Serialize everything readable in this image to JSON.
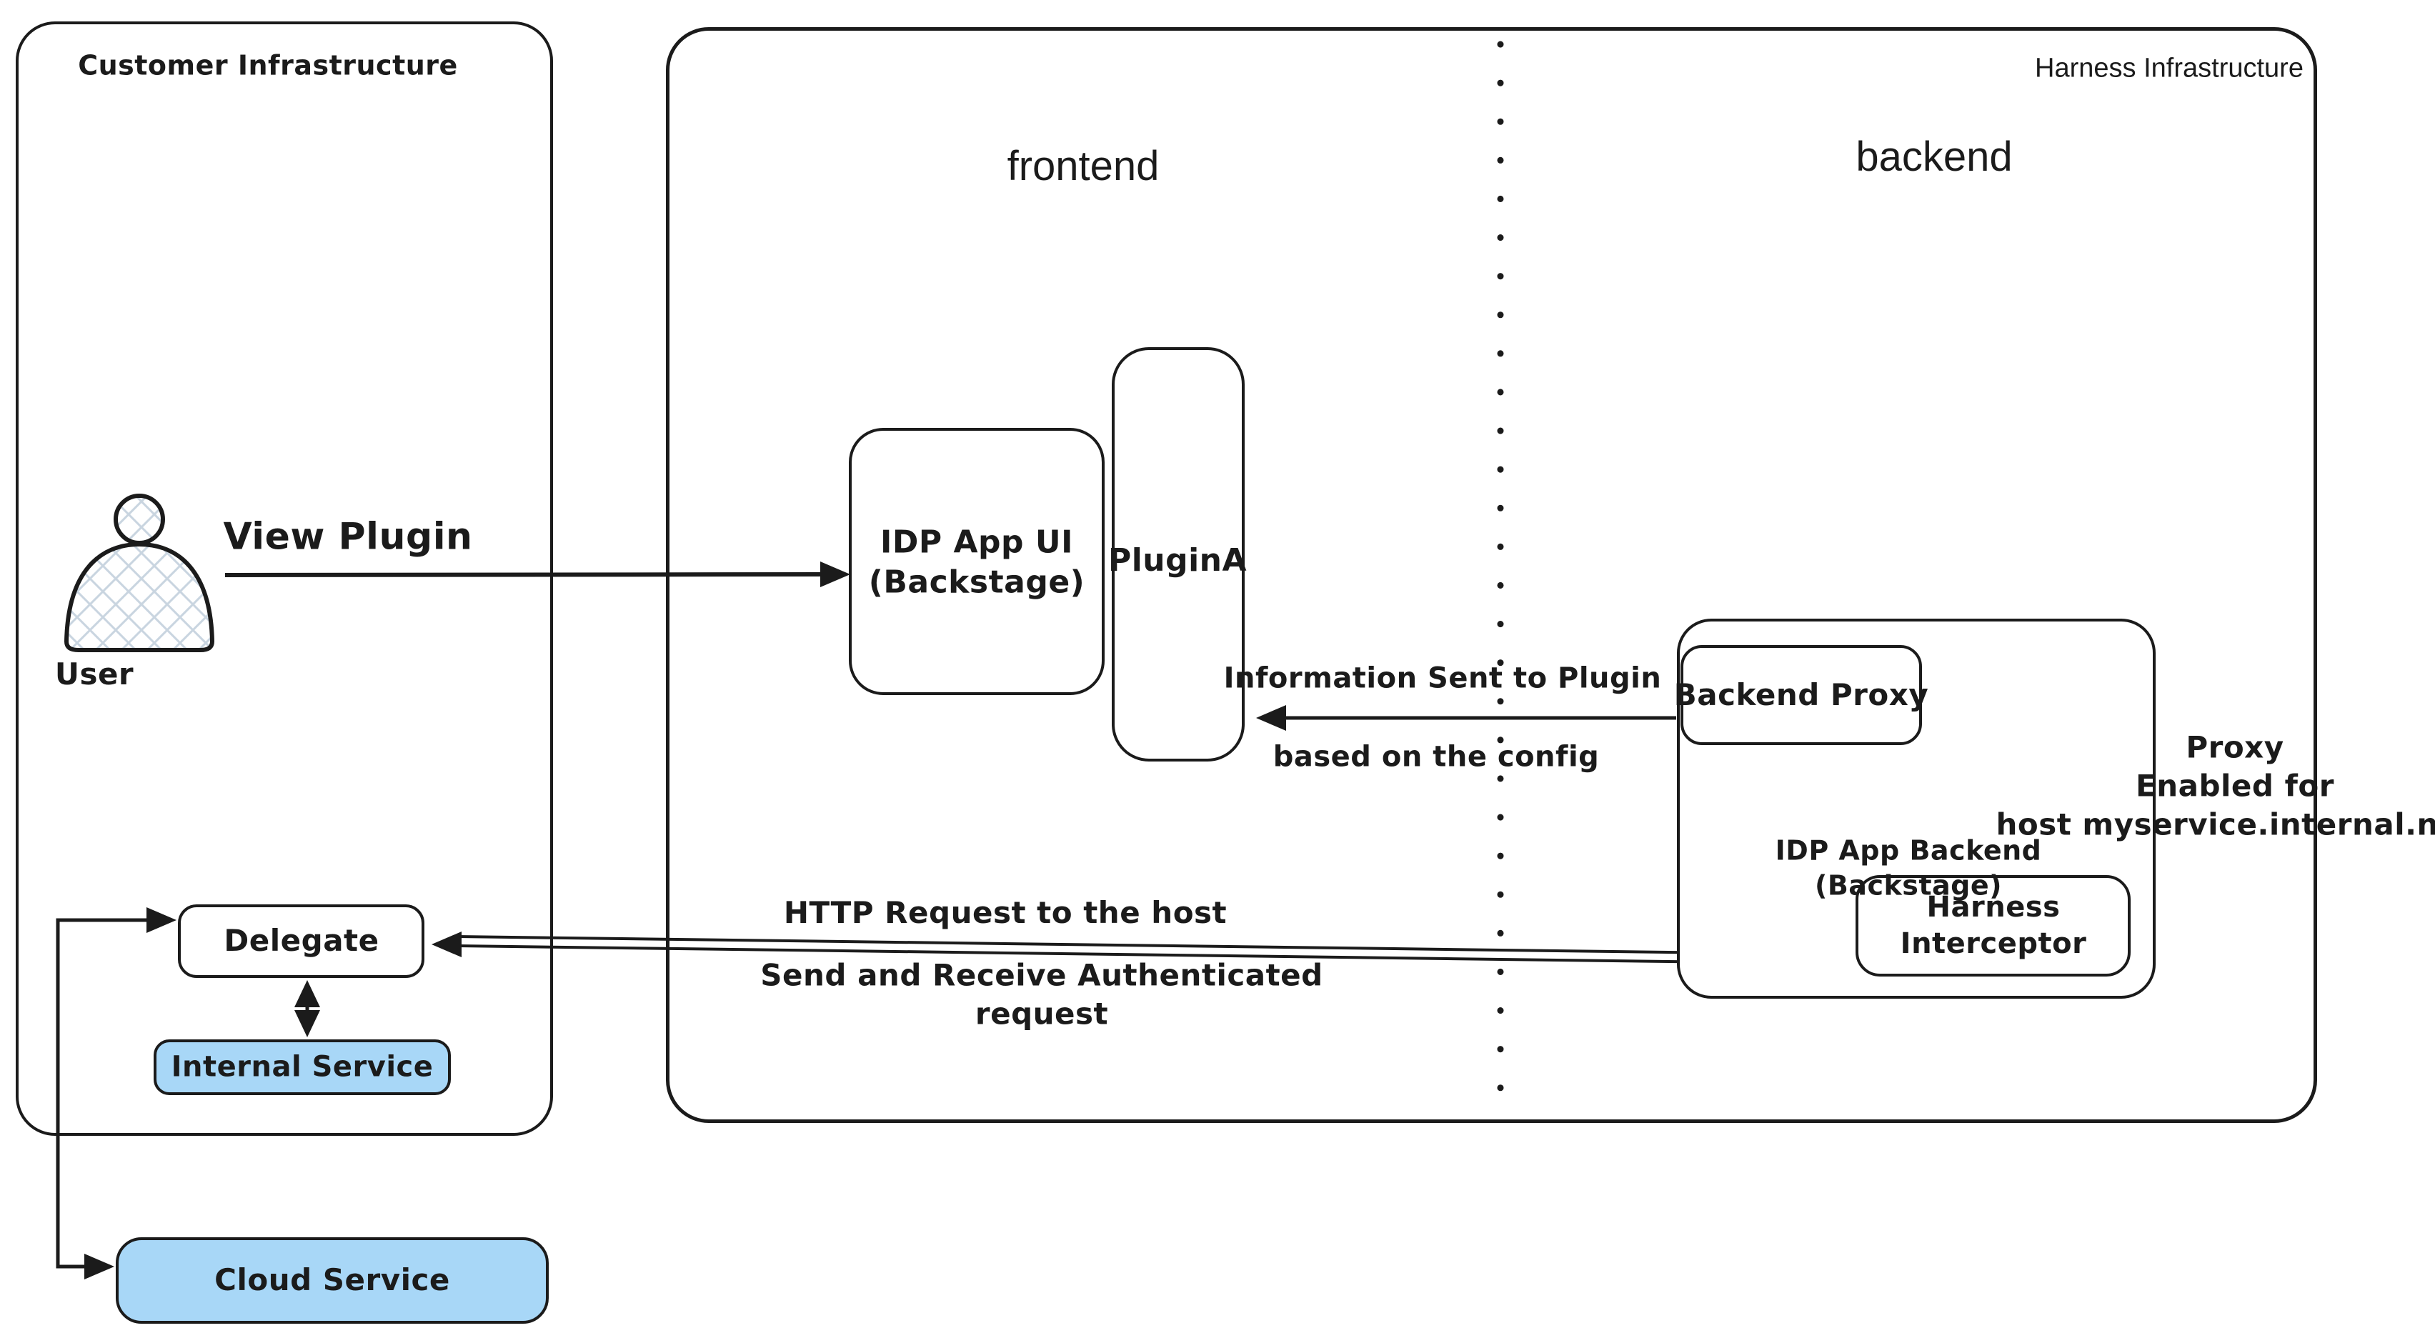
{
  "colors": {
    "stroke": "#1b1b1b",
    "service_fill": "#a8d7f7",
    "hatch_fill": "#c9d5e0"
  },
  "icons": {
    "user_icon": "person-silhouette"
  },
  "customer": {
    "title": "Customer Infrastructure",
    "user_label": "User",
    "delegate": "Delegate",
    "internal_service": "Internal Service",
    "cloud_service": "Cloud Service"
  },
  "harness": {
    "title": "Harness Infrastructure",
    "frontend_label": "frontend",
    "backend_label": "backend",
    "idp_ui": {
      "line1": "IDP App UI",
      "line2": "(Backstage)"
    },
    "plugin_a": "PluginA",
    "backend_proxy": "Backend Proxy",
    "idp_backend": {
      "line1": "IDP App Backend",
      "line2": "(Backstage)"
    },
    "interceptor": {
      "line1": "Harness",
      "line2": "Interceptor"
    }
  },
  "edges": {
    "view_plugin": "View Plugin",
    "info": {
      "line1": "Information Sent to Plugin",
      "line2": "based on the config"
    },
    "http_request": "HTTP Request to the host",
    "auth": {
      "line1": "Send and Receive Authenticated",
      "line2": "request"
    },
    "proxy_note": {
      "line1": "Proxy",
      "line2": "Enabled for",
      "line3": "host myservice.internal.net"
    }
  }
}
